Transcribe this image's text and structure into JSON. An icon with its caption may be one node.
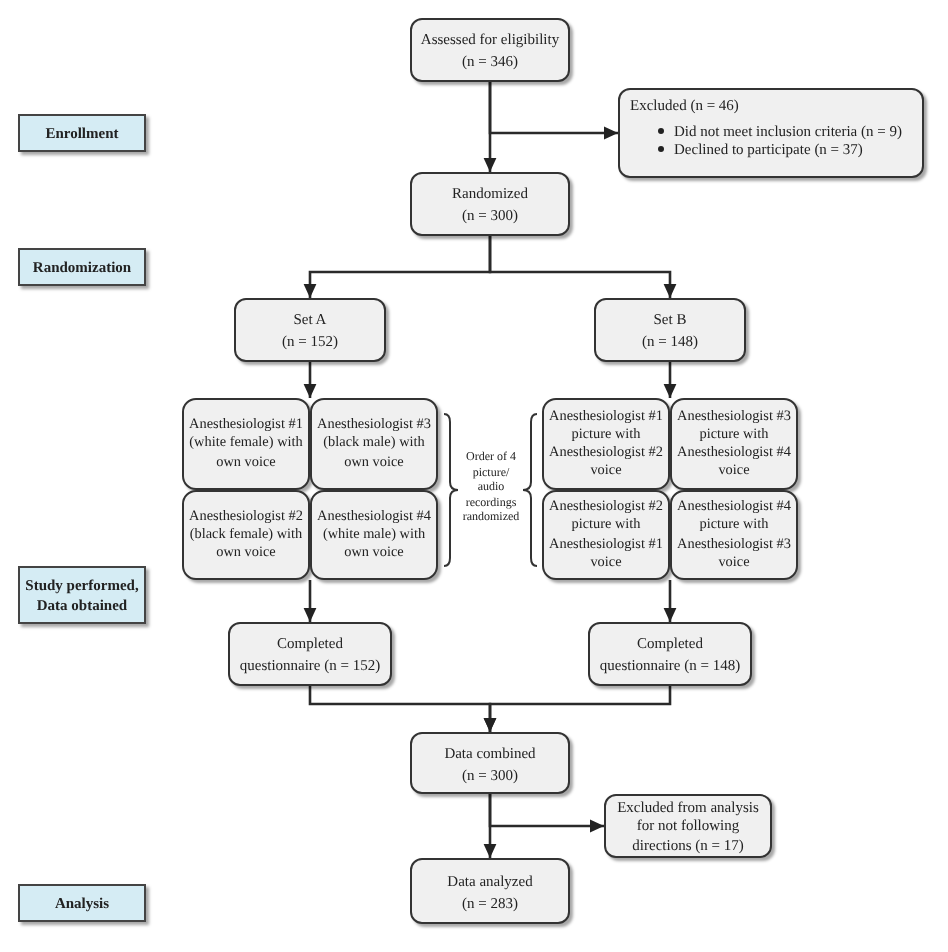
{
  "diagram": {
    "nodes": [
      {
        "text": [
          "Assessed for eligibility (n = 346)"
        ]
      },
      {
        "text": [
          "Excluded (n = 46)",
          "Did not meet inclusion criteria (n = 9)",
          "Declined to participate (n = 37)"
        ]
      },
      {
        "text": [
          "Enrollment"
        ]
      },
      {
        "text": [
          "Randomized (n = 300)"
        ]
      },
      {
        "text": [
          "Randomization"
        ]
      },
      {
        "text": [
          "Set A (n = 152)"
        ]
      },
      {
        "text": [
          "Set B (n = 148)"
        ]
      },
      {
        "text": [
          "Anesthesiologist #1 (white female) with own voice"
        ]
      },
      {
        "text": [
          "Anesthesiologist #3 (black male) with own voice"
        ]
      },
      {
        "text": [
          "Anesthesiologist #1 picture with Anesthesiologist #2 voice"
        ]
      },
      {
        "text": [
          "Anesthesiologist #3 picture with Anesthesiologist #4 voice"
        ]
      },
      {
        "text": [
          "Anesthesiologist #2 (black female) with own voice"
        ]
      },
      {
        "text": [
          "Anesthesiologist #4 (white male) with own voice"
        ]
      },
      {
        "text": [
          "Anesthesiologist #2 picture with Anesthesiologist #1 voice"
        ]
      },
      {
        "text": [
          "Anesthesiologist #4 picture with Anesthesiologist #3 voice"
        ]
      },
      {
        "text": [
          "Study performed, Data obtained"
        ]
      },
      {
        "text": [
          "Completed questionnaire (n = 152)"
        ]
      },
      {
        "text": [
          "Completed questionnaire (n = 148)"
        ]
      },
      {
        "text": [
          "Data combined (n = 300)"
        ]
      },
      {
        "text": [
          "Excluded from analysis for not following directions (n = 17)"
        ]
      },
      {
        "text": [
          "Data analyzed (n = 283)"
        ]
      },
      {
        "text": [
          "Analysis"
        ]
      }
    ],
    "edges": [
      {
        "from": 0,
        "to": 3,
        "arrow": "to"
      },
      {
        "from": 0,
        "to": 1,
        "arrow": "to"
      },
      {
        "from": 3,
        "to": 5,
        "arrow": "to"
      },
      {
        "from": 3,
        "to": 6,
        "arrow": "to"
      },
      {
        "from": 5,
        "to": 7,
        "arrow": "to"
      },
      {
        "from": 5,
        "to": 8,
        "arrow": "to"
      },
      {
        "from": 6,
        "to": 9,
        "arrow": "to"
      },
      {
        "from": 6,
        "to": 10,
        "arrow": "to"
      },
      {
        "from": 11,
        "to": 16,
        "arrow": "to"
      },
      {
        "from": 12,
        "to": 16,
        "arrow": "to"
      },
      {
        "from": 13,
        "to": 17,
        "arrow": "to"
      },
      {
        "from": 14,
        "to": 17,
        "arrow": "to"
      },
      {
        "from": 16,
        "to": 18,
        "arrow": "to"
      },
      {
        "from": 17,
        "to": 18,
        "arrow": "to"
      },
      {
        "from": 18,
        "to": 20,
        "arrow": "to"
      },
      {
        "from": 18,
        "to": 19,
        "arrow": "to"
      }
    ],
    "labels": [
      "Order of 4 picture/ audio recordings randomized"
    ]
  }
}
